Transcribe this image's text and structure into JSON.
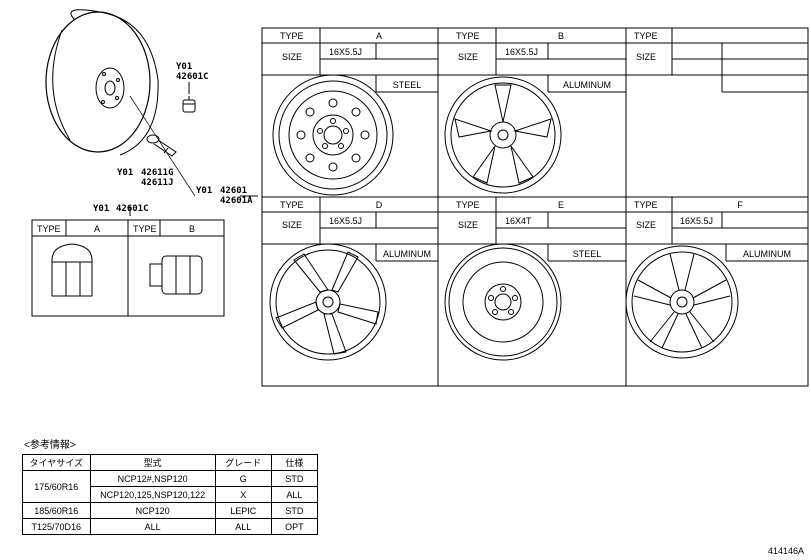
{
  "main_wheel": {
    "valve_cap_code": "Y01",
    "valve_cap_part": "42601C",
    "valve_code": "Y01",
    "valve_parts": [
      "42611G",
      "42611J"
    ],
    "wheel_code": "Y01",
    "wheel_parts": [
      "42601",
      "42601A"
    ]
  },
  "nut_callout": {
    "code": "Y01",
    "part": "42601C"
  },
  "nut_table": {
    "type_label": "TYPE",
    "types": [
      "A",
      "B"
    ]
  },
  "wheel_table": {
    "type_label": "TYPE",
    "size_label": "SIZE",
    "cells": [
      {
        "type": "A",
        "size": "16X5.5J",
        "material": "STEEL"
      },
      {
        "type": "B",
        "size": "16X5.5J",
        "material": "ALUMINUM"
      },
      {
        "type": "",
        "size": "",
        "material": ""
      },
      {
        "type": "D",
        "size": "16X5.5J",
        "material": "ALUMINUM"
      },
      {
        "type": "E",
        "size": "16X4T",
        "material": "STEEL"
      },
      {
        "type": "F",
        "size": "16X5.5J",
        "material": "ALUMINUM"
      }
    ]
  },
  "reference": {
    "title": "<参考情報>",
    "headers": [
      "タイヤサイズ",
      "型式",
      "グレード",
      "仕様"
    ],
    "rows": [
      {
        "size": "175/60R16",
        "model": "NCP12#,NSP120",
        "grade": "G",
        "spec": "STD"
      },
      {
        "size": "",
        "model": "NCP120,125,NSP120,122",
        "grade": "X",
        "spec": "ALL"
      },
      {
        "size": "185/60R16",
        "model": "NCP120",
        "grade": "LEPIC",
        "spec": "STD"
      },
      {
        "size": "T125/70D16",
        "model": "ALL",
        "grade": "ALL",
        "spec": "OPT"
      }
    ]
  },
  "figure_id": "414146A"
}
